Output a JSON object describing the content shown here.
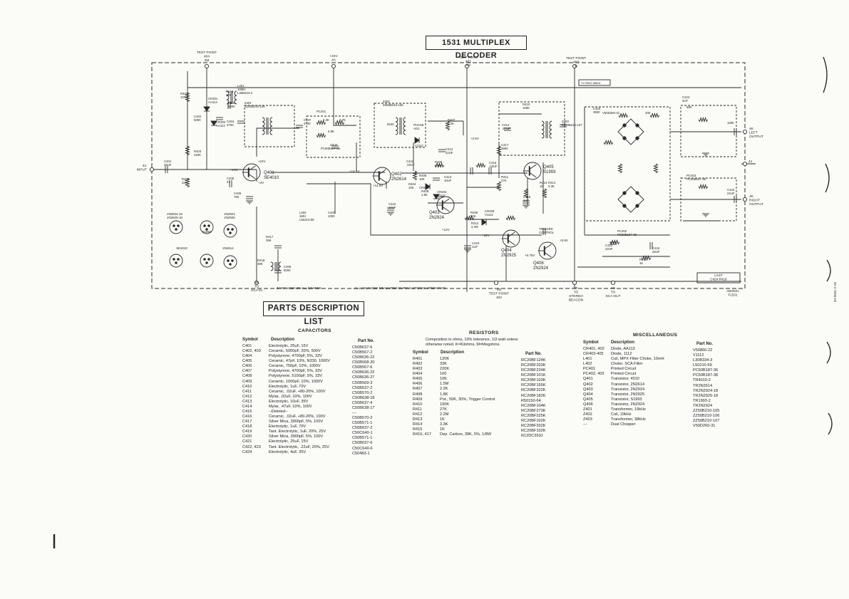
{
  "document": {
    "title": "1531 MULTIPLEX DECODER",
    "parts_title": "PARTS DESCRIPTION LIST"
  },
  "schematic": {
    "test_points": [
      {
        "id": "tp-404",
        "label": "TEST POINT\n404\n4M"
      },
      {
        "id": "tp-24v",
        "label": "+24V\n4A"
      },
      {
        "id": "tp-401",
        "label": "TEST POINT\n401\n4G"
      },
      {
        "id": "tp-403",
        "label": "TEST POINT\n403\n4L"
      },
      {
        "id": "tp-402",
        "label": "4D\nTEST POINT\n402"
      }
    ],
    "terminals": {
      "input": "4C\nINPUT",
      "left": "4K\nLEFT\nOUTPUT",
      "right": "4K\nRIGHT\nOUTPUT",
      "term_4j": "4J",
      "sca_in": "4B\nTO\nSCA IN",
      "stereo_beacon": "4F\nTO\nSTEREO\nBEACON",
      "sca_out": "4N\nTO\nSCA OUT"
    },
    "transistors": [
      {
        "id": "q401",
        "label": "Q401\nSE4010"
      },
      {
        "id": "q402",
        "label": "Q402\n2N2614"
      },
      {
        "id": "q403",
        "label": "Q403\n2N2924"
      },
      {
        "id": "q404",
        "label": "Q404\n2N2925"
      },
      {
        "id": "q405",
        "label": "Q405\nS1993"
      },
      {
        "id": "q406",
        "label": "Q406\n2N2924"
      }
    ],
    "components": [
      {
        "t": "R401\n120K"
      },
      {
        "t": "CR401\nAA113"
      },
      {
        "t": "R416\n22K"
      },
      {
        "t": "L401\n10MH\nL30B334-3"
      },
      {
        "t": "C403\n5000"
      },
      {
        "t": "Z401\nZZ50B210-105"
      },
      {
        "t": "CR402\nAA113"
      },
      {
        "t": "C404\n4700"
      },
      {
        "t": "C402\n5000"
      },
      {
        "t": "R403\n220K"
      },
      {
        "t": "C401\n25UF"
      },
      {
        "t": "R402\n33K"
      },
      {
        "t": "C405\n47"
      },
      {
        "t": "C406\n750"
      },
      {
        "t": "C407\n4700"
      },
      {
        "t": "PC401"
      },
      {
        "t": "3.3K"
      },
      {
        "t": "2.7K"
      },
      {
        "t": "6.8K"
      },
      {
        "t": ".02UF"
      },
      {
        "t": "PC50B187-36"
      },
      {
        "t": "Z402\nZZ50B210-106"
      },
      {
        "t": "8200"
      },
      {
        "t": "PHASE\nADJ."
      },
      {
        "t": "V1112"
      },
      {
        "t": "R407\n2.2K"
      },
      {
        "t": "C412\n22UF"
      },
      {
        "t": "C411\n.02UF"
      },
      {
        "t": "R406\n1.5M"
      },
      {
        "t": "R404\n10K"
      },
      {
        "t": "R405\n10K"
      },
      {
        "t": "C413\n10UF"
      },
      {
        "t": "CR403"
      },
      {
        "t": "CR404\nV1112"
      },
      {
        "t": "C410\n10UF"
      },
      {
        "t": "R408\n1.8K"
      },
      {
        "t": "C416\n.02UF"
      },
      {
        "t": "R411\n27K"
      },
      {
        "t": "C418\n1UF"
      },
      {
        "t": "R413\n1K"
      },
      {
        "t": "R414\n3.3K"
      },
      {
        "t": "R409\n50K"
      },
      {
        "t": "CR405\nV1112"
      },
      {
        "t": "R412\n2.2M"
      },
      {
        "t": "TRIGGER\nCONTROL"
      },
      {
        "t": "C419\n1UF"
      },
      {
        "t": "C414\n.47UF"
      },
      {
        "t": "C417\n3900"
      },
      {
        "t": "R410\n100K"
      },
      {
        "t": "Z403\nZZ50B210-107"
      },
      {
        "t": "C420\n3900"
      },
      {
        "t": "V50D260-31"
      },
      {
        "t": "33K"
      },
      {
        "t": "68K"
      },
      {
        "t": "100K"
      },
      {
        "t": "PC403\nPC50B187-38"
      },
      {
        "t": "C423\n22UF"
      },
      {
        "t": "PC402\nPC50B187-38"
      },
      {
        "t": "C422\n22UF"
      },
      {
        "t": "C415\n25UF"
      },
      {
        "t": "R415\n1K"
      },
      {
        "t": "C424\n4UF"
      },
      {
        "t": "R417\n39K"
      },
      {
        "t": "R418\n39K"
      },
      {
        "t": "C408\n5000"
      },
      {
        "t": "L402\n1MH\nL50210-59"
      },
      {
        "t": "C409\n1000"
      }
    ],
    "voltages": [
      "+24V",
      "+4.6V",
      "+4V",
      "+14.5V",
      "+14.5V",
      "+2.5V",
      "+12V",
      "+17V",
      "+12V",
      "+0.8V",
      "+0.75V"
    ],
    "misc_labels": {
      "tv_box": "TV RMS 38kHz",
      "not_used": "■ NOT USED ON ALL BOARDS",
      "voltage_note": "ALL VOLTAGES MEASURED DURING STEREO OPERATION",
      "board_no": "AW2921\nF1531",
      "last_used": "LAST\nC424  R418",
      "pins_a": "2N2924-18\n2N2925-18",
      "pins_b": "2N2924\n2N2925",
      "pins_c": "S1993",
      "pins_d": "SE4010",
      "pins_e": "2N2614",
      "side_code": "2H 5031-2-1E"
    }
  },
  "parts": {
    "capacitors": {
      "heading": "CAPACITORS",
      "headers": [
        "Symbol",
        "Description",
        "Part No."
      ],
      "rows": [
        [
          "C401",
          "Electrolytic, 25uF, 15V",
          "C50B637-6"
        ],
        [
          "C402, 403",
          "Ceramic, 5000pF, 20%, 500V",
          "C50B567-2"
        ],
        [
          "C404",
          "Polystyrene, 4700pF, 5%, 33V",
          "C50B636-22"
        ],
        [
          "C405",
          "Ceramic, 47pF, 10%, N330, 1000V",
          "C50B568-20"
        ],
        [
          "C406",
          "Ceramic, 750pF, 10%, 1000V",
          "C50B567-6"
        ],
        [
          "C407",
          "Polystyrene, 4700pF, 5%, 33V",
          "C50B636-22"
        ],
        [
          "C408",
          "Polystyrene, 5100pF, 5%, 33V",
          "C50B636-27"
        ],
        [
          "C409",
          "Ceramic, 1000pF, 10%, 1000V",
          "C50B569-3"
        ],
        [
          "C410",
          "Electrolytic, 1uF, 70V",
          "C50B637-2"
        ],
        [
          "C411",
          "Ceramic, .02uF, +80-20%, 100V",
          "C50B570-2"
        ],
        [
          "C412",
          "Mylar, .02uF, 10%, 100V",
          "C50B638-18"
        ],
        [
          "C413",
          "Electrolytic, 10uF, 35V",
          "C50B637-4"
        ],
        [
          "C414",
          "Mylar, .47uF, 10%, 100V",
          "C50B638-17"
        ],
        [
          "C415",
          "--Deleted--",
          "---"
        ],
        [
          "C416",
          "Ceramic, .02uF, +80-20%, 100V",
          "C50B570-2"
        ],
        [
          "C417",
          "Silver Mica, 3900pF, 5%, 100V",
          "C50B571-1"
        ],
        [
          "C418",
          "Electrolytic, 1uF, 70V",
          "C50B637-2"
        ],
        [
          "C419",
          "Tant. Electrolytic, 1uF, 20%, 25V",
          "C50C640-1"
        ],
        [
          "C420",
          "Silver Mica, 3900pF, 5%, 100V",
          "C50B571-1"
        ],
        [
          "C421",
          "Electrolytic, 25uF, 15V",
          "C50B637-6"
        ],
        [
          "C422, 423",
          "Tant. Electrolytic, .22uF, 20%, 25V",
          "C50C640-6"
        ],
        [
          "C424",
          "Electrolytic, 4uF, 35V",
          "C50483-1"
        ]
      ]
    },
    "resistors": {
      "heading": "RESISTORS",
      "note": "Composition in ohms, 10% tolerance, 1/2-watt unless\notherwise noted. K=Kilohms, M=Megohms.",
      "headers": [
        "Symbol",
        "Description",
        "Part No."
      ],
      "rows": [
        [
          "R401",
          "120K",
          "RC20BF124K"
        ],
        [
          "R402",
          "33K",
          "RC20BF333K"
        ],
        [
          "R403",
          "220K",
          "RC20BF224K"
        ],
        [
          "R404",
          "100",
          "RC20BF101K"
        ],
        [
          "R405",
          "10K",
          "RC20BF103K"
        ],
        [
          "R406",
          "1.5M",
          "RC20BF155K"
        ],
        [
          "R407",
          "2.2K",
          "RC20BF222K"
        ],
        [
          "R408",
          "1.8K",
          "RC20BF182K"
        ],
        [
          "R409",
          "Pot., 50K, 30%, Trigger Control",
          "R50150-64"
        ],
        [
          "R410",
          "100K",
          "RC20BF104K"
        ],
        [
          "R411",
          "27K",
          "RC20BF273K"
        ],
        [
          "R412",
          "2.2M",
          "RC20BF225K"
        ],
        [
          "R413",
          "1K",
          "RC20BF102K"
        ],
        [
          "R414",
          "3.3K",
          "RC20BF332K"
        ],
        [
          "R415",
          "1K",
          "RC20BF102K"
        ],
        [
          "R416, 417",
          "Dep. Carbon, 39K, 5%, 1/8W",
          "R12DC393J"
        ]
      ]
    },
    "miscellaneous": {
      "heading": "MISCELLANEOUS",
      "headers": [
        "Symbol",
        "Description",
        "Part No."
      ],
      "rows": [
        [
          "CR401, 402",
          "Diode, AA113",
          "V50860-22"
        ],
        [
          "CR403-405",
          "Diode, 1112",
          "V1112"
        ],
        [
          "L401",
          "Coil, MPX Filter Choke, 10mH",
          "L30B334-3"
        ],
        [
          "L402",
          "Choke, SCA Filter",
          "L50210-59"
        ],
        [
          "PC401",
          "Printed Circuit",
          "PC50B187-36"
        ],
        [
          "PC402, 403",
          "Printed Circuit",
          "PC50B187-38"
        ],
        [
          "Q401",
          "Transistor, 4010",
          "TR4010-2"
        ],
        [
          "Q402",
          "Transistor, 2N2614",
          "TR2N2614"
        ],
        [
          "Q403",
          "Transistor, 2N2924",
          "TR2N2924-18"
        ],
        [
          "Q404",
          "Transistor, 2N2925",
          "TR2N2925-18"
        ],
        [
          "Q405",
          "Transistor, S1993",
          "TR1993-2"
        ],
        [
          "Q406",
          "Transistor, 2N2924",
          "TR2N2924"
        ],
        [
          "Z401",
          "Transformer, 19kHz",
          "ZZ50B210-105"
        ],
        [
          "Z402",
          "Coil, 19kHz",
          "ZZ50B210-106"
        ],
        [
          "Z403",
          "Transformer, 38kHz",
          "ZZ50B210-107"
        ],
        [
          "---",
          "Dual Chopper",
          "V50D260-31"
        ]
      ]
    }
  }
}
